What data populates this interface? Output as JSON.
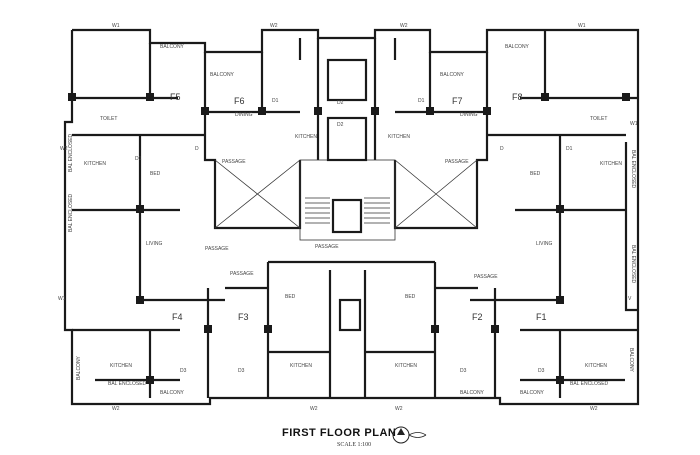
{
  "title": "FIRST FLOOR PLAN",
  "scale": "SCALE 1:100",
  "flats": [
    "F5",
    "F6",
    "F7",
    "F8",
    "F4",
    "F3",
    "F2",
    "F1"
  ],
  "rooms": {
    "balcony": "BALCONY",
    "bal_enclosed": "BAL ENCLOSED",
    "kitchen": "KITCHEN",
    "bed": "BED",
    "living": "LIVING",
    "dining": "DINING",
    "toilet": "TOILET",
    "passage": "PASSAGE"
  },
  "tags": {
    "w1": "W1",
    "w2": "W2",
    "d": "D",
    "d1": "D1",
    "d2": "D2",
    "d3": "D3",
    "v": "V"
  }
}
